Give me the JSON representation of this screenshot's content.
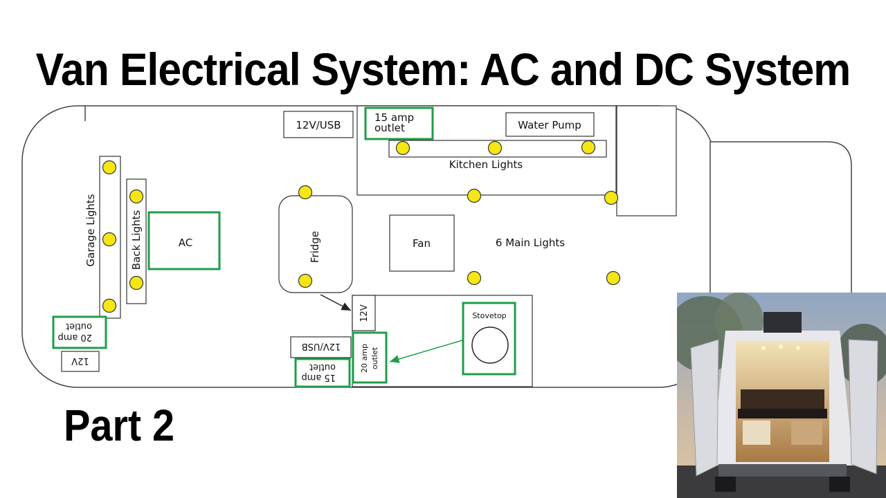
{
  "title": "Van Electrical System: AC and DC System",
  "subtitle": "Part 2",
  "labels": {
    "usb_top": "12V/USB",
    "outlet15_top_line1": "15 amp",
    "outlet15_top_line2": "outlet",
    "water_pump": "Water Pump",
    "kitchen_lights": "Kitchen Lights",
    "garage_lights": "Garage Lights",
    "back_lights": "Back Lights",
    "ac": "AC",
    "fridge": "Fridge",
    "fan": "Fan",
    "main_lights": "6 Main Lights",
    "outlet20_left_line1": "20 amp",
    "outlet20_left_line2": "outlet",
    "v12_left": "12V",
    "usb_bottom": "12V/USB",
    "outlet15_bottom_line1": "15 amp",
    "outlet15_bottom_line2": "outlet",
    "v12_kitchen": "12V",
    "outlet20_kitchen_line1": "20 amp",
    "outlet20_kitchen_line2": "outlet",
    "stovetop": "Stovetop"
  },
  "colors": {
    "outlet_green": "#1e9e4a",
    "light_yellow": "#f5e614",
    "outline": "#333333"
  }
}
